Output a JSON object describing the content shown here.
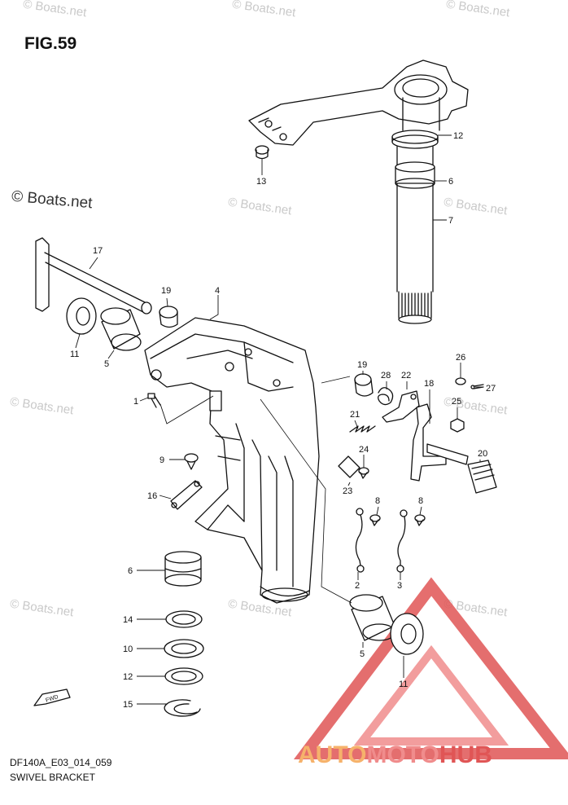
{
  "figure": {
    "title": "FIG.59",
    "code": "DF140A_E03_014_059",
    "caption": "SWIVEL BRACKET"
  },
  "watermark": {
    "main": "© Boats.net",
    "small": "© Boats.net"
  },
  "logo": {
    "part1": "AUTO",
    "part2": "MOTO",
    "part3": "HUB",
    "colors": {
      "auto": "#f6b26b",
      "moto": "#f08c8c",
      "hub": "#e05555"
    }
  },
  "fwd_label": "FWD",
  "callouts": [
    {
      "id": "c12a",
      "label": "12"
    },
    {
      "id": "c13",
      "label": "13"
    },
    {
      "id": "c6a",
      "label": "6"
    },
    {
      "id": "c7",
      "label": "7"
    },
    {
      "id": "c17",
      "label": "17"
    },
    {
      "id": "c19a",
      "label": "19"
    },
    {
      "id": "c4",
      "label": "4"
    },
    {
      "id": "c11a",
      "label": "11"
    },
    {
      "id": "c5a",
      "label": "5"
    },
    {
      "id": "c1",
      "label": "1"
    },
    {
      "id": "c19b",
      "label": "19"
    },
    {
      "id": "c28",
      "label": "28"
    },
    {
      "id": "c22",
      "label": "22"
    },
    {
      "id": "c26",
      "label": "26"
    },
    {
      "id": "c18",
      "label": "18"
    },
    {
      "id": "c27",
      "label": "27"
    },
    {
      "id": "c25",
      "label": "25"
    },
    {
      "id": "c21",
      "label": "21"
    },
    {
      "id": "c24",
      "label": "24"
    },
    {
      "id": "c20",
      "label": "20"
    },
    {
      "id": "c9",
      "label": "9"
    },
    {
      "id": "c23",
      "label": "23"
    },
    {
      "id": "c16",
      "label": "16"
    },
    {
      "id": "c8a",
      "label": "8"
    },
    {
      "id": "c8b",
      "label": "8"
    },
    {
      "id": "c2",
      "label": "2"
    },
    {
      "id": "c3",
      "label": "3"
    },
    {
      "id": "c6b",
      "label": "6"
    },
    {
      "id": "c14",
      "label": "14"
    },
    {
      "id": "c10",
      "label": "10"
    },
    {
      "id": "c12b",
      "label": "12"
    },
    {
      "id": "c15",
      "label": "15"
    },
    {
      "id": "c5b",
      "label": "5"
    },
    {
      "id": "c11b",
      "label": "11"
    }
  ]
}
